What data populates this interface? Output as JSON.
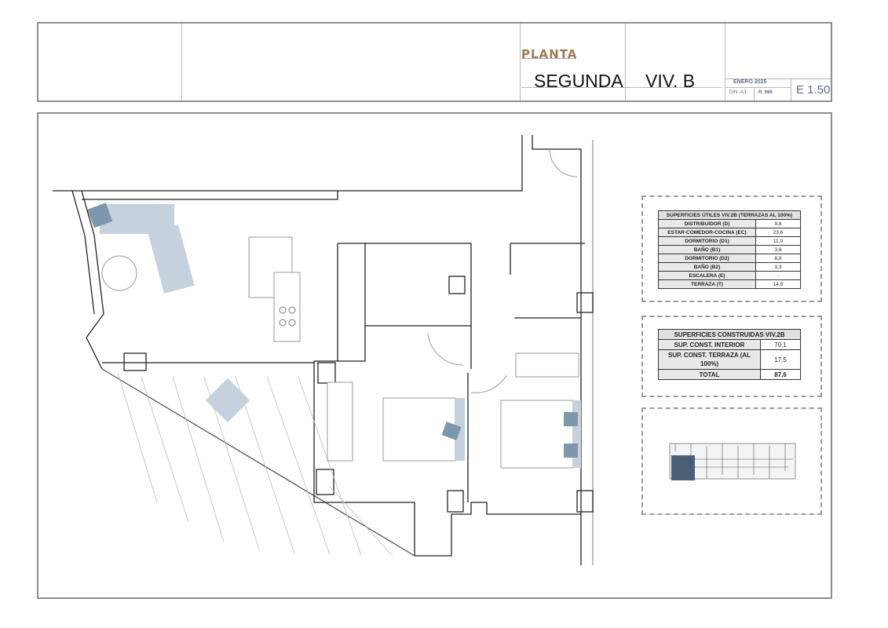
{
  "title_block": {
    "label": "PLANTA",
    "floor": "SEGUNDA",
    "unit": "VIV. B",
    "date": "ENERO 2025",
    "paper": "DIN -A3",
    "ref": "R_666",
    "scale": "E 1.50"
  },
  "useful_areas": {
    "title": "SUPERFICIES ÚTILES VIV.2B (TERRAZAS AL 100%)",
    "rows": [
      {
        "label": "DISTRIBUIDOR (D)",
        "value": "9,8"
      },
      {
        "label": "ESTAR-COMEDOR-COCINA (EC)",
        "value": "23,6"
      },
      {
        "label": "DORMITORIO (D1)",
        "value": "11,0"
      },
      {
        "label": "BAÑO (B1)",
        "value": "3,6"
      },
      {
        "label": "DORMITORIO (D2)",
        "value": "8,8"
      },
      {
        "label": "BAÑO (B2)",
        "value": "3,3"
      },
      {
        "label": "ESCALERA (E)",
        "value": "-"
      },
      {
        "label": "TERRAZA (T)",
        "value": "14,9"
      }
    ]
  },
  "built_areas": {
    "title": "SUPERFICIES CONSTRUIDAS VIV.2B",
    "rows": [
      {
        "label": "SUP. CONST. INTERIOR",
        "value": "70,1"
      },
      {
        "label": "SUP. CONST. TERRAZA (AL 100%)",
        "value": "17,5"
      },
      {
        "label": "TOTAL",
        "value": "87,6"
      }
    ]
  },
  "colors": {
    "wall": "#222222",
    "furniture": "#c5d2de",
    "accent_furniture": "#7d97ad",
    "label_brown": "#a07a4c",
    "frame": "#8a9099"
  }
}
